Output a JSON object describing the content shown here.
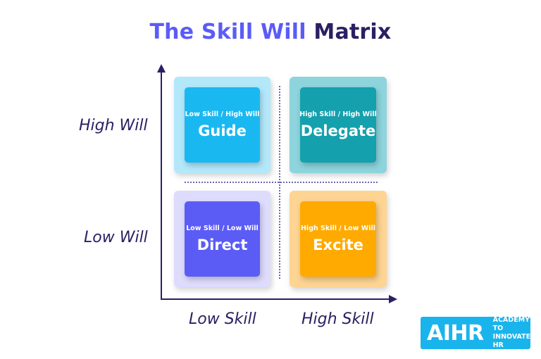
{
  "title": {
    "accent_part": "The Skill Will",
    "dark_part": "Matrix"
  },
  "axes": {
    "y_high": "High Will",
    "y_low": "Low Will",
    "x_low": "Low Skill",
    "x_high": "High Skill"
  },
  "quadrants": [
    {
      "id": "guide",
      "subtitle": "Low Skill / High Will",
      "label": "Guide",
      "outer_color": "#b3e8fb",
      "inner_color": "#1ab8f0"
    },
    {
      "id": "delegate",
      "subtitle": "High Skill / High Will",
      "label": "Delegate",
      "outer_color": "#8dd4dc",
      "inner_color": "#15a0ad"
    },
    {
      "id": "direct",
      "subtitle": "Low Skill / Low Will",
      "label": "Direct",
      "outer_color": "#dedcfd",
      "inner_color": "#5b5cf6"
    },
    {
      "id": "excite",
      "subtitle": "High Skill / Low Will",
      "label": "Excite",
      "outer_color": "#fed493",
      "inner_color": "#ffaa00"
    }
  ],
  "logo": {
    "brand": "AIHR",
    "tagline_line1": "ACADEMY TO",
    "tagline_line2": "INNOVATE HR",
    "color": "#1ab4ec"
  }
}
